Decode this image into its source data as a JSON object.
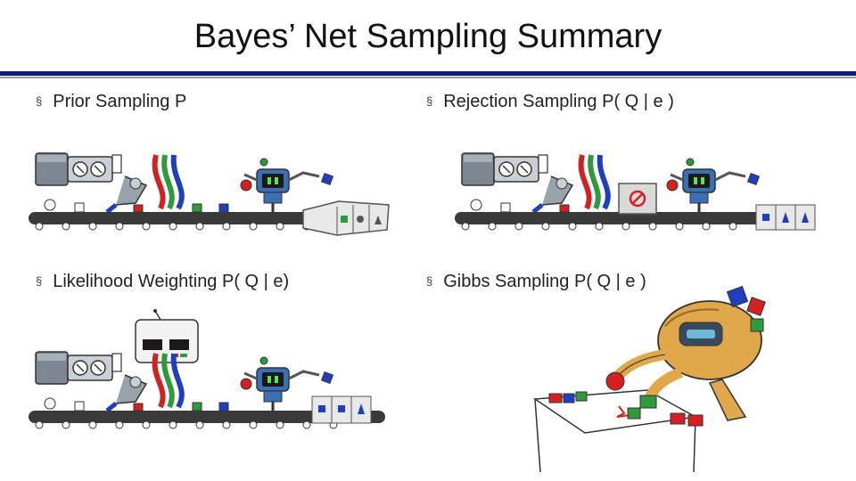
{
  "slide": {
    "title": "Bayes’ Net Sampling Summary",
    "bullet_marker": "§"
  },
  "bullets": {
    "prior": "Prior Sampling  P",
    "rejection": "Rejection Sampling  P( Q | e )",
    "likelihood": "Likelihood Weighting  P( Q | e)",
    "gibbs": "Gibbs Sampling  P( Q | e )"
  },
  "colors": {
    "title_rule": "#0a1f7c",
    "belt": "#3a3a3a",
    "machine": "#7d8791",
    "robot_body": "#3a6fb5",
    "gibbs_robot": "#e0a84a",
    "block_red": "#d42020",
    "block_blue": "#1f3fbf",
    "block_green": "#2e9a3a"
  },
  "icons": [
    "conveyor-belt-illustration",
    "sampling-robot-icon",
    "weight-scale-icon",
    "gibbs-robot-icon",
    "reject-symbol-icon"
  ]
}
